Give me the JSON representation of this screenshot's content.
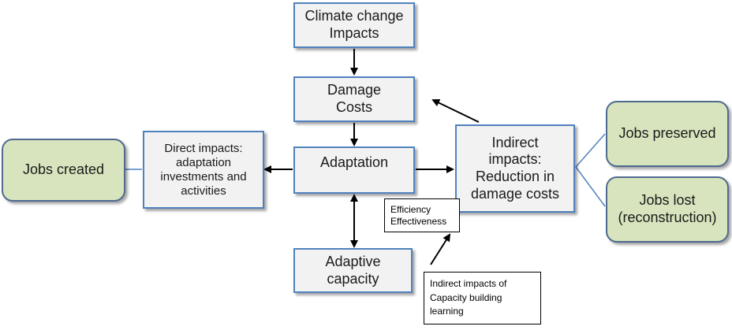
{
  "nodes": {
    "climate_change": {
      "lines": [
        "Climate change",
        "Impacts"
      ]
    },
    "damage_costs": {
      "lines": [
        "Damage",
        "Costs"
      ]
    },
    "adaptation": {
      "lines": [
        "Adaptation"
      ]
    },
    "adaptive_capacity": {
      "lines": [
        "Adaptive",
        "capacity"
      ]
    },
    "direct_impacts": {
      "lines": [
        "Direct impacts:",
        "adaptation",
        "investments and",
        "activities"
      ]
    },
    "indirect_impacts": {
      "lines": [
        "Indirect",
        "impacts:",
        "Reduction in",
        "damage costs"
      ]
    },
    "jobs_created": {
      "lines": [
        "Jobs created"
      ]
    },
    "jobs_preserved": {
      "lines": [
        "Jobs preserved"
      ]
    },
    "jobs_lost": {
      "lines": [
        "Jobs lost",
        "(reconstruction)"
      ]
    },
    "efficiency": {
      "lines": [
        "Efficiency",
        "Effectiveness"
      ]
    },
    "capacity_building": {
      "lines": [
        "Indirect impacts of",
        "Capacity building",
        "learning"
      ]
    }
  },
  "colors": {
    "box_fill": "#f2f2f2",
    "box_border": "#4f81bd",
    "outcome_fill": "#d7e4bd",
    "arrow": "#000000",
    "connector": "#4f81bd"
  }
}
